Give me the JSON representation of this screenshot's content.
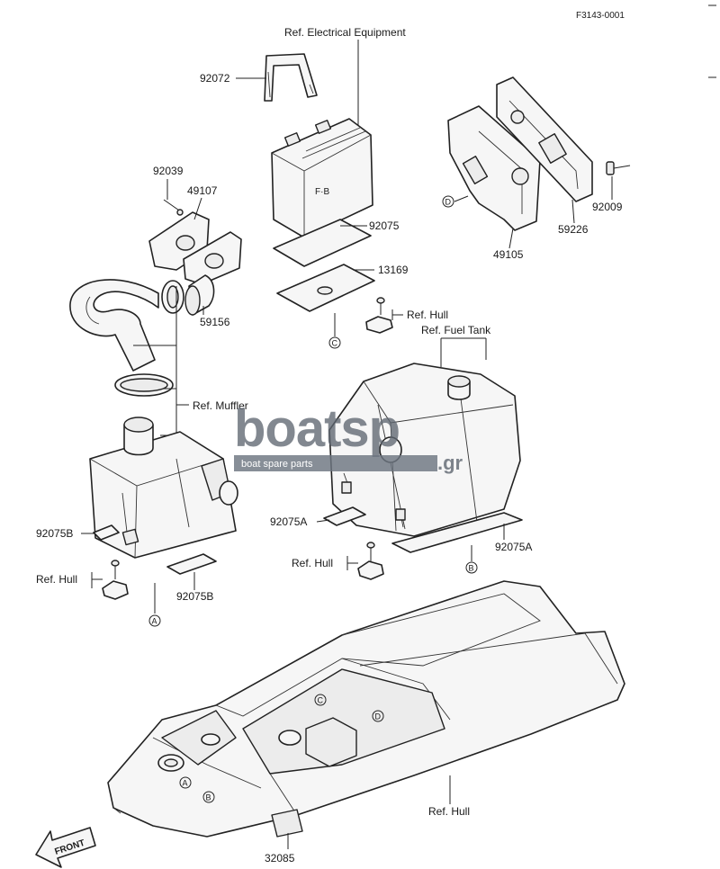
{
  "figure_code": "F3143-0001",
  "labels": {
    "ref_electrical": "Ref. Electrical Equipment",
    "p92072": "92072",
    "p92039": "92039",
    "p49107": "49107",
    "p92075": "92075",
    "p13169": "13169",
    "ref_hull_top": "Ref. Hull",
    "p59156": "59156",
    "p49105": "49105",
    "p59226": "59226",
    "p92009": "92009",
    "ref_fuel_tank": "Ref. Fuel Tank",
    "ref_muffler": "Ref. Muffler",
    "p92075b_left": "92075B",
    "p92075b_bottom": "92075B",
    "ref_hull_left": "Ref. Hull",
    "p92075a_left": "92075A",
    "p92075a_right": "92075A",
    "ref_hull_mid": "Ref. Hull",
    "ref_hull_bottom": "Ref. Hull",
    "p32085": "32085",
    "front_arrow": "FRONT"
  },
  "markers": {
    "a1": "A",
    "a2": "A",
    "b1": "B",
    "b2": "B",
    "c1": "C",
    "c2": "C",
    "d1": "D",
    "d2": "D"
  },
  "watermark": {
    "brand": "boatsp",
    "tagline": "boat spare parts",
    "suffix": ".gr"
  }
}
